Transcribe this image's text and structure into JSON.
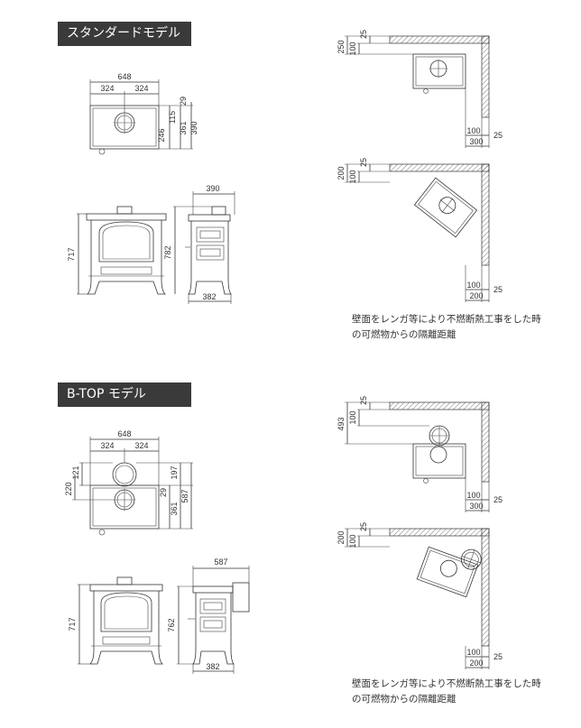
{
  "sections": {
    "standard": {
      "label": "スタンダードモデル"
    },
    "btop": {
      "label": "B-TOP モデル"
    }
  },
  "standard_top_view": {
    "width": "648",
    "half_left": "324",
    "half_right": "324",
    "d1": "29",
    "d2": "115",
    "d3": "246",
    "d4": "361",
    "d5": "390"
  },
  "standard_front_view": {
    "height": "717"
  },
  "standard_side_view": {
    "depth": "390",
    "height": "782",
    "bottom_depth": "382"
  },
  "standard_clear_parallel": {
    "top1": "250",
    "top2": "100",
    "top3": "25",
    "bot1": "100",
    "bot2": "300",
    "bot3": "25"
  },
  "standard_clear_corner": {
    "top1": "200",
    "top2": "100",
    "top3": "25",
    "bot1": "100",
    "bot2": "200",
    "bot3": "25"
  },
  "btop_top_view": {
    "width": "648",
    "half_left": "324",
    "half_right": "324",
    "d1": "121",
    "d2": "220",
    "d3": "197",
    "d4": "29",
    "d5": "361",
    "d6": "587"
  },
  "btop_front_view": {
    "height": "717"
  },
  "btop_side_view": {
    "depth": "587",
    "height": "762",
    "bottom_depth": "382"
  },
  "btop_clear_parallel": {
    "top1": "493",
    "top2": "100",
    "top3": "25",
    "bot1": "100",
    "bot2": "300",
    "bot3": "25"
  },
  "btop_clear_corner": {
    "top1": "200",
    "top2": "100",
    "top3": "25",
    "bot1": "100",
    "bot2": "200",
    "bot3": "25"
  },
  "notes": {
    "note1": "壁面をレンガ等により不燃断熱工事をした時の可燃物からの隔離距離",
    "note2": "壁面をレンガ等により不燃断熱工事をした時の可燃物からの隔離距離"
  }
}
